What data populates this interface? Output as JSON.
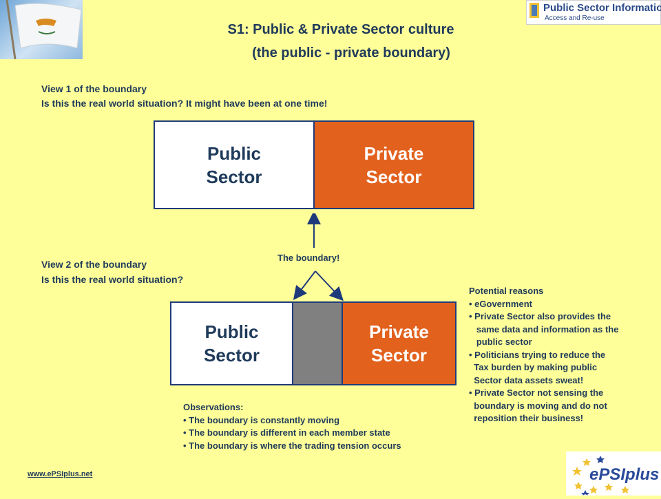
{
  "title": {
    "line1": "S1: Public & Private Sector culture",
    "line2": "(the public - private boundary)"
  },
  "logos": {
    "psi_text": "Public Sector Information",
    "psi_sub": "Access and Re-use",
    "epsi_text": "ePSIplus"
  },
  "view1": {
    "heading": "View 1 of the boundary",
    "question": "Is this the real world situation?  It might have been at one time!",
    "public_label": "Public\nSector",
    "private_label": "Private\n Sector"
  },
  "boundary_label": "The boundary!",
  "view2": {
    "heading": "View 2 of the boundary",
    "question": "Is this the real world situation?",
    "public_label": "Public\nSector",
    "private_label": "Private\n Sector"
  },
  "observations": {
    "heading": "Observations:",
    "items": [
      "• The boundary is constantly moving",
      "• The boundary is different in each member state",
      "• The boundary is where the trading tension occurs"
    ]
  },
  "reasons": {
    "heading": "Potential reasons",
    "items": [
      "• eGovernment",
      "• Private Sector also provides the\n   same data and information as the\n   public sector",
      "• Politicians trying to reduce the\n  Tax burden by making public\n  Sector data assets sweat!",
      "• Private Sector not sensing the\n  boundary is moving and do not\n  reposition their business!"
    ]
  },
  "footer_url": "www.ePSIplus.net",
  "colors": {
    "background": "#ffff99",
    "private_orange": "#e2611d",
    "boundary_grey": "#808080",
    "text_navy": "#1f3a5a"
  }
}
